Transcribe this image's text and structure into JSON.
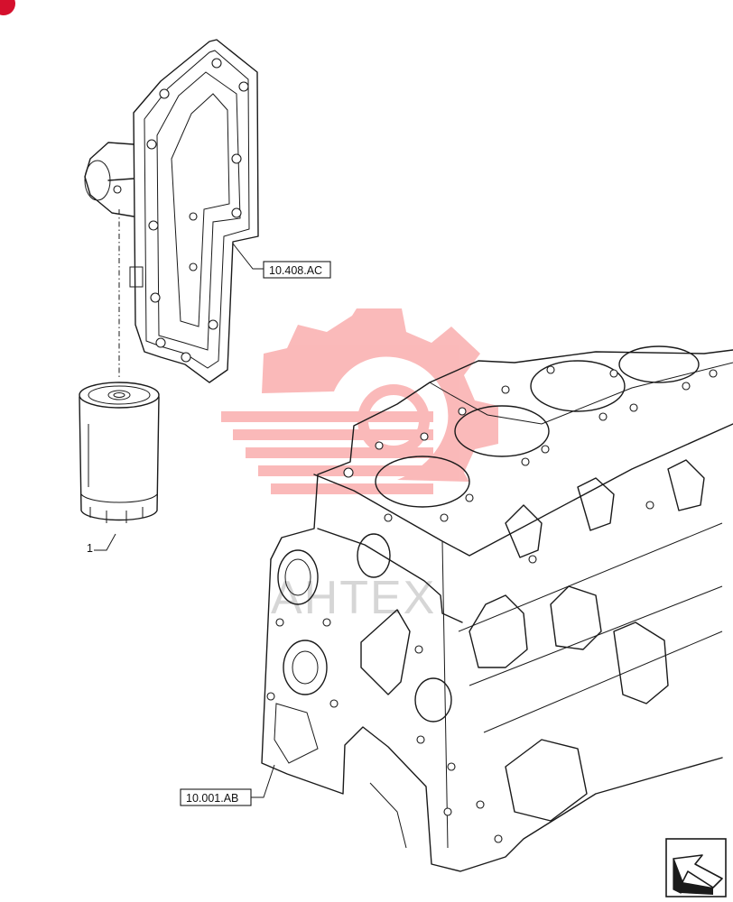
{
  "diagram": {
    "item_label": "1",
    "callouts": [
      {
        "id": "oil-filter-head",
        "label": "10.408.AC"
      },
      {
        "id": "engine-block",
        "label": "10.001.AB"
      }
    ],
    "watermark_text": "AHTEX",
    "colors": {
      "line": "#1a1a1a",
      "watermark_red": "#f24a4a",
      "watermark_text": "#d6d6d6",
      "corner_badge": "#d5102d"
    },
    "icons": [
      "corner-badge-icon",
      "nav-arrow-icon"
    ]
  }
}
